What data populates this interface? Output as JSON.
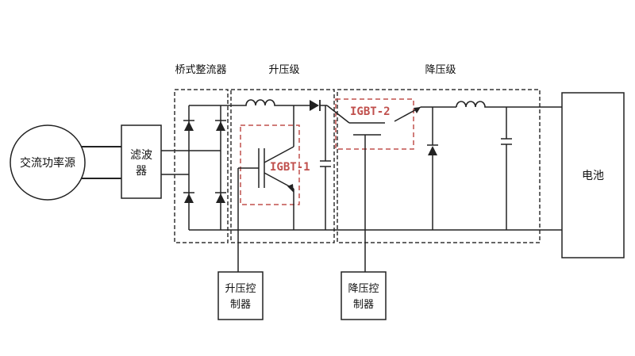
{
  "labels": {
    "source": "交流功率源",
    "filter_line1": "滤波",
    "filter_line2": "器",
    "rectifier": "桥式整流器",
    "boost_stage": "升压级",
    "buck_stage": "降压级",
    "igbt1": "IGBT-1",
    "igbt2": "IGBT-2",
    "battery": "电池",
    "boost_ctrl_line1": "升压控",
    "boost_ctrl_line2": "制器",
    "buck_ctrl_line1": "降压控",
    "buck_ctrl_line2": "制器"
  },
  "colors": {
    "line": "#222222",
    "dashed_box": "#333333",
    "igbt_box": "#c0504d"
  }
}
